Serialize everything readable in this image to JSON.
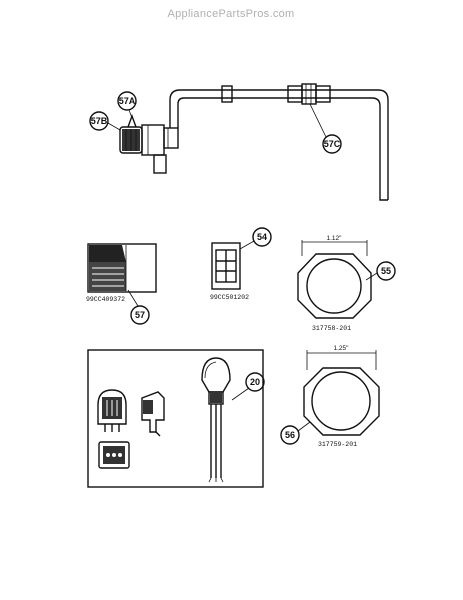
{
  "watermark": "AppliancePartsPros.com",
  "callouts": {
    "c57a": "57A",
    "c57b": "57B",
    "c57c": "57C",
    "c54": "54",
    "c55": "55",
    "c57": "57",
    "c20": "20",
    "c56": "56"
  },
  "part_numbers": {
    "pn57": "99CC409372",
    "pn54": "99CC501202",
    "pn55": "317758-201",
    "pn56": "317759-201"
  },
  "dimensions": {
    "d55": "1.12\"",
    "d56": "1.25\""
  }
}
